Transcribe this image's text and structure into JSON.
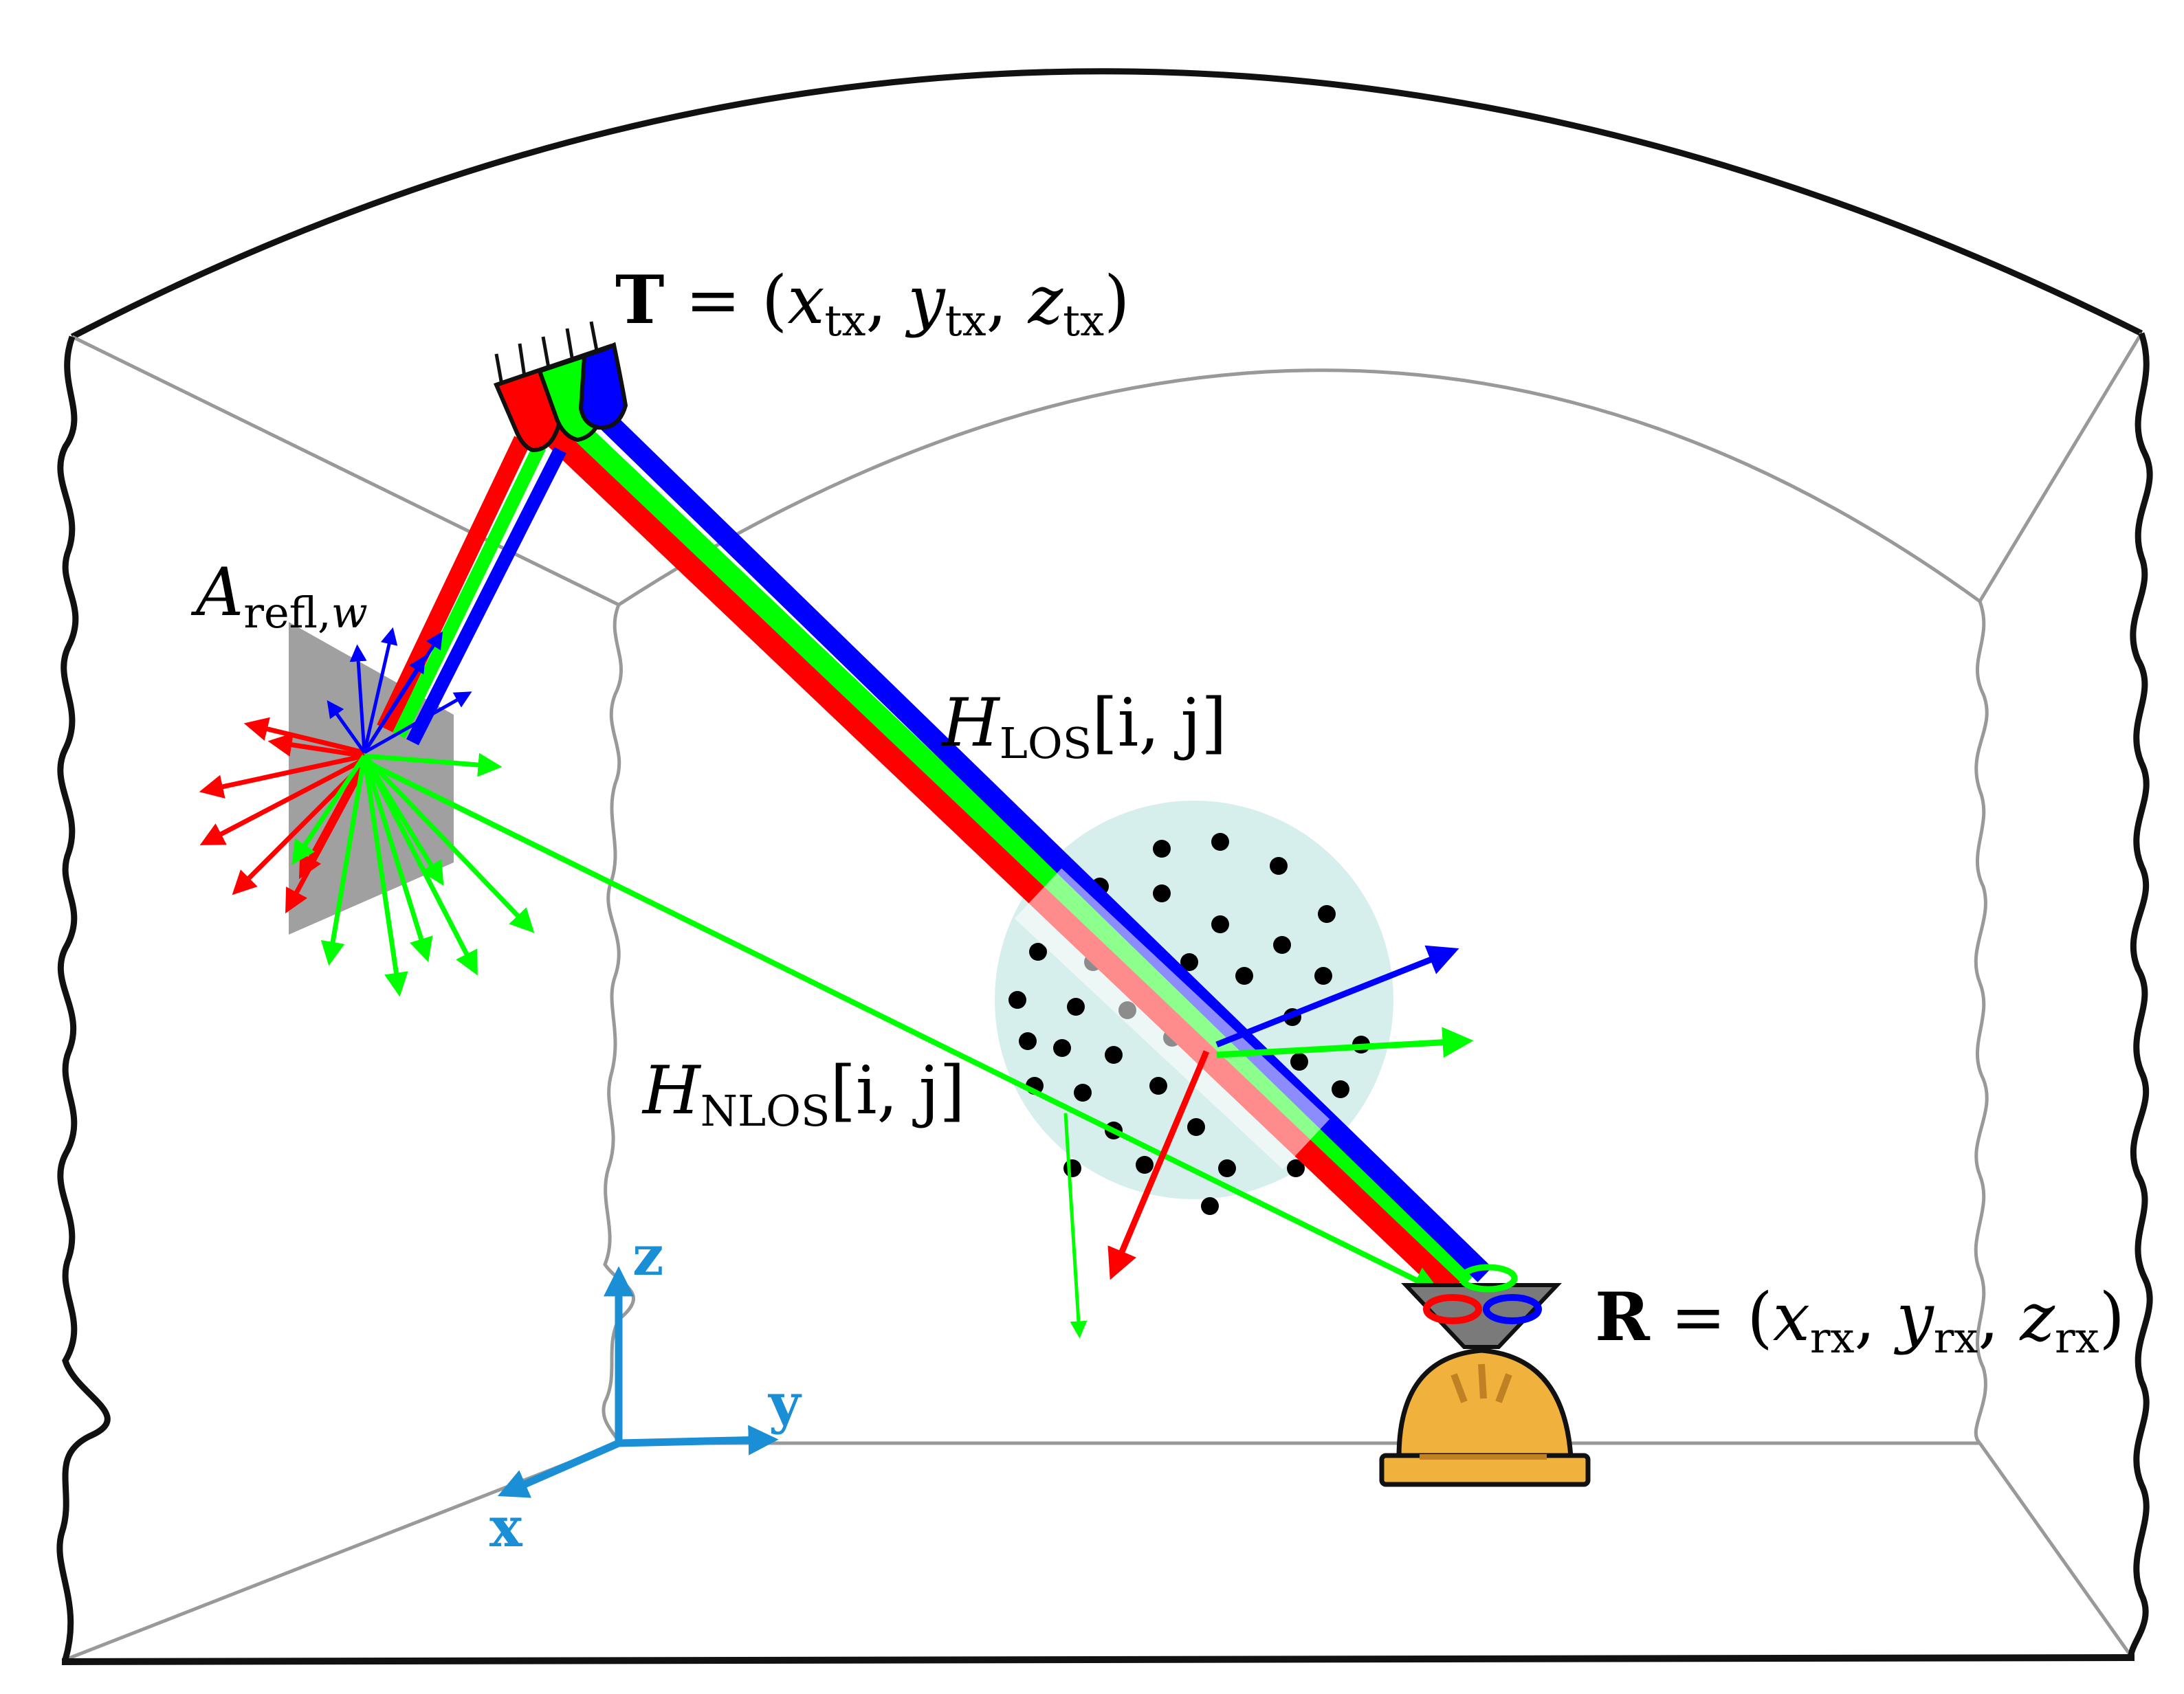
{
  "labels": {
    "transmitter": {
      "main": "T",
      "eq": " = (",
      "x": "x",
      "xs": "tx",
      "y": "y",
      "ys": "tx",
      "z": "z",
      "zs": "tx",
      "close": ")",
      "sep": ", "
    },
    "receiver": {
      "main": "R",
      "eq": " = (",
      "x": "x",
      "xs": "rx",
      "y": "y",
      "ys": "rx",
      "z": "z",
      "zs": "rx",
      "close": ")",
      "sep": ", "
    },
    "los": {
      "main": "H",
      "sub": "LOS",
      "args": "[i, j]"
    },
    "nlos": {
      "main": "H",
      "sub": "NLOS",
      "args": "[i, j]"
    },
    "reflector": {
      "main": "A",
      "sub": "refl,",
      "subi": "w"
    }
  },
  "axes": {
    "x": "x",
    "y": "y",
    "z": "z"
  },
  "colors": {
    "red": "#ff0000",
    "green": "#00ff00",
    "blue": "#0000ff",
    "axis": "#1a8fd6",
    "reflector": "#a0a0a0",
    "scatter_cloud": "#d6eeec",
    "helmet": "#f0b23c"
  }
}
